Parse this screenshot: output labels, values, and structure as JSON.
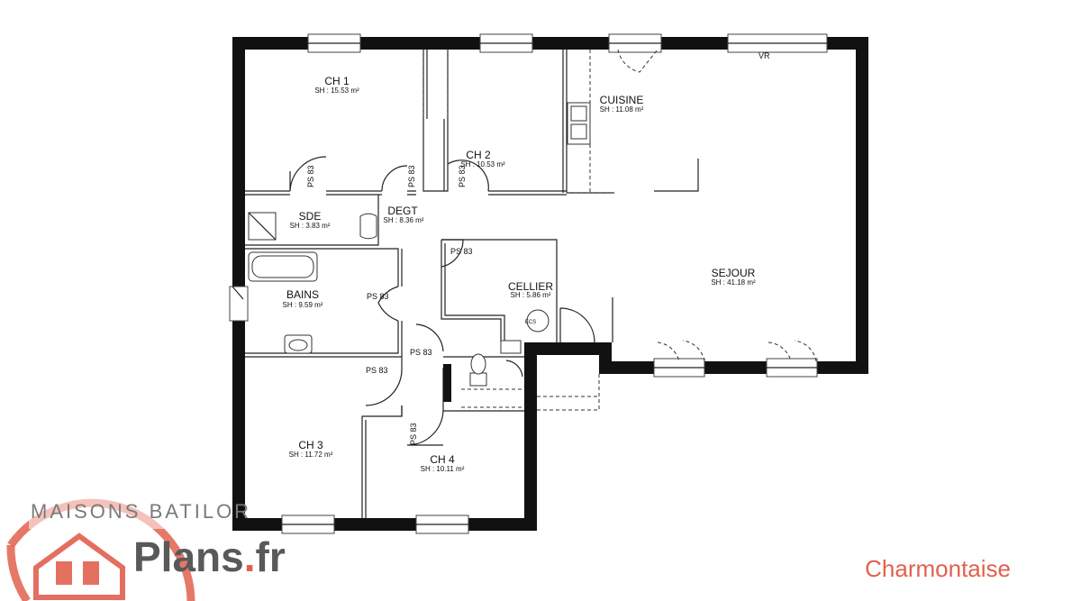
{
  "rooms": [
    {
      "key": "ch1",
      "name": "CH 1",
      "area": "SH : 15.53 m²"
    },
    {
      "key": "ch2",
      "name": "CH 2",
      "area": "SH : 10.53 m²"
    },
    {
      "key": "cuisine",
      "name": "CUISINE",
      "area": "SH : 11.08 m²"
    },
    {
      "key": "sejour",
      "name": "SEJOUR",
      "area": "SH : 41.18 m²"
    },
    {
      "key": "sde",
      "name": "SDE",
      "area": "SH : 3.83 m²"
    },
    {
      "key": "degt",
      "name": "DEGT",
      "area": "SH : 8.36 m²"
    },
    {
      "key": "bains",
      "name": "BAINS",
      "area": "SH : 9.59 m²"
    },
    {
      "key": "cellier",
      "name": "CELLIER",
      "area": "SH : 5.86 m²"
    },
    {
      "key": "ch3",
      "name": "CH 3",
      "area": "SH : 11.72 m²"
    },
    {
      "key": "ch4",
      "name": "CH 4",
      "area": "SH : 10.11 m²"
    }
  ],
  "door_tag": "PS 83",
  "shutter_tag": "VR",
  "ecs_tag": "ECS",
  "model_name": "Charmontaise",
  "brand": {
    "logo_text": "MAISONS BATILOR",
    "site_main": "Plans",
    "site_dot": ".",
    "site_tld": "fr",
    "accent_color": "#e2604f",
    "grey_color": "#595959"
  }
}
